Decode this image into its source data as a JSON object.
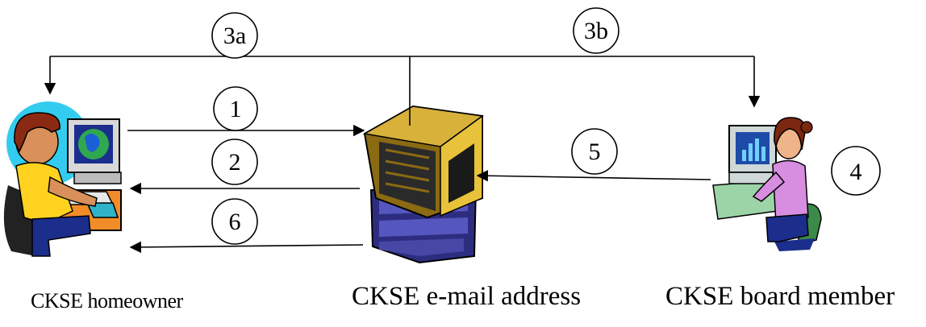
{
  "step_labels": {
    "step_1": "1",
    "step_2": "2",
    "step_3a": "3a",
    "step_3b": "3b",
    "step_4": "4",
    "step_5": "5",
    "step_6": "6"
  },
  "captions": {
    "homeowner": "CKSE homeowner",
    "email_address": "CKSE e-mail address",
    "board_member": "CKSE board member"
  },
  "colors": {
    "arrow": "#000000",
    "homeowner_backdrop": "#33ccee",
    "server_gold": "#e8c23a",
    "server_blue": "#3a3a9a",
    "board_member_shirt": "#d88ee0"
  }
}
